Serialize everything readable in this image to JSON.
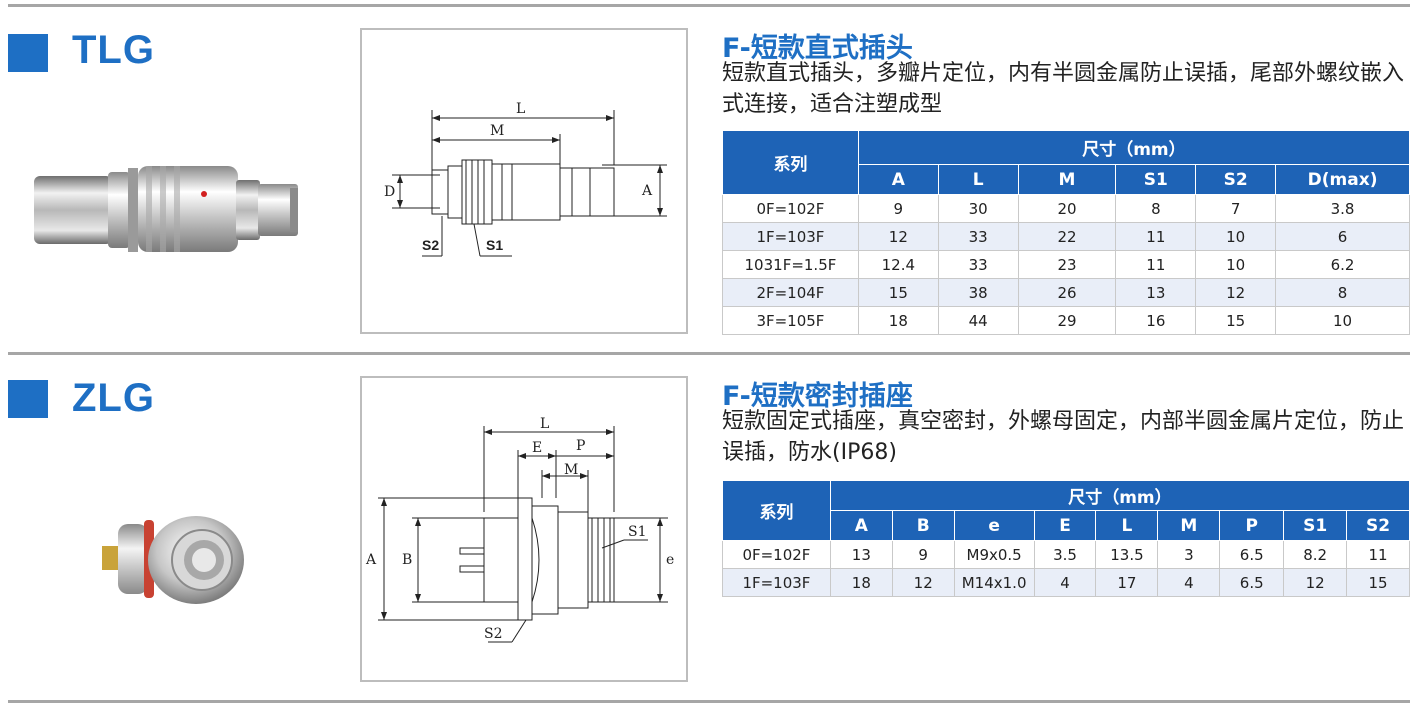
{
  "colors": {
    "accent": "#1e6fc4",
    "header": "#1e63b6",
    "row_alt": "#e9eef8",
    "rule": "#a6a6a6"
  },
  "sections": [
    {
      "code": "TLG",
      "title": "F-短款直式插头",
      "desc": "短款直式插头，多瓣片定位，内有半圆金属防止误插，尾部外螺纹嵌入式连接，适合注塑成型",
      "drawing_labels": {
        "L": "L",
        "M": "M",
        "A": "A",
        "D": "D",
        "S1": "S1",
        "S2": "S2"
      },
      "table": {
        "group_header": "系列",
        "span_header": "尺寸（mm）",
        "columns": [
          "A",
          "L",
          "M",
          "S1",
          "S2",
          "D(max)"
        ],
        "rows": [
          [
            "0F=102F",
            "9",
            "30",
            "20",
            "8",
            "7",
            "3.8"
          ],
          [
            "1F=103F",
            "12",
            "33",
            "22",
            "11",
            "10",
            "6"
          ],
          [
            "1031F=1.5F",
            "12.4",
            "33",
            "23",
            "11",
            "10",
            "6.2"
          ],
          [
            "2F=104F",
            "15",
            "38",
            "26",
            "13",
            "12",
            "8"
          ],
          [
            "3F=105F",
            "18",
            "44",
            "29",
            "16",
            "15",
            "10"
          ]
        ]
      }
    },
    {
      "code": "ZLG",
      "title": "F-短款密封插座",
      "desc": " 短款固定式插座，真空密封，外螺母固定，内部半圆金属片定位，防止误插，防水(IP68)",
      "drawing_labels": {
        "L": "L",
        "E": "E",
        "P": "P",
        "M": "M",
        "A": "A",
        "B": "B",
        "e": "e",
        "S1": "S1",
        "S2": "S2"
      },
      "table": {
        "group_header": "系列",
        "span_header": "尺寸（mm）",
        "columns": [
          "A",
          "B",
          "e",
          "E",
          "L",
          "M",
          "P",
          "S1",
          "S2"
        ],
        "rows": [
          [
            "0F=102F",
            "13",
            "9",
            "M9x0.5",
            "3.5",
            "13.5",
            "3",
            "6.5",
            "8.2",
            "11"
          ],
          [
            "1F=103F",
            "18",
            "12",
            "M14x1.0",
            "4",
            "17",
            "4",
            "6.5",
            "12",
            "15"
          ]
        ]
      }
    }
  ]
}
